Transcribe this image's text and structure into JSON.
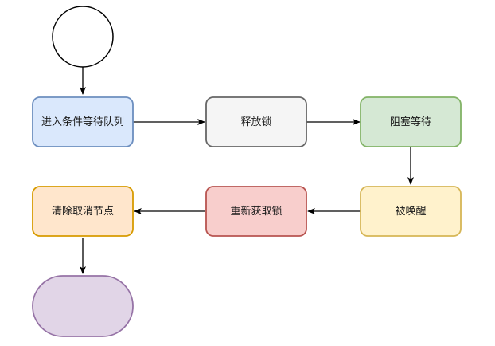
{
  "diagram": {
    "type": "flowchart",
    "nodes": [
      {
        "id": "start",
        "shape": "circle",
        "label": "",
        "fill": "#ffffff",
        "stroke": "#000000"
      },
      {
        "id": "n1",
        "shape": "rounded-rect",
        "label": "进入条件等待队列",
        "fill": "#dae8fc",
        "stroke": "#6c8ebf"
      },
      {
        "id": "n2",
        "shape": "rounded-rect",
        "label": "释放锁",
        "fill": "#f5f5f5",
        "stroke": "#666666"
      },
      {
        "id": "n3",
        "shape": "rounded-rect",
        "label": "阻塞等待",
        "fill": "#d5e8d4",
        "stroke": "#82b366"
      },
      {
        "id": "n4",
        "shape": "rounded-rect",
        "label": "被唤醒",
        "fill": "#fff2cc",
        "stroke": "#d6b656"
      },
      {
        "id": "n5",
        "shape": "rounded-rect",
        "label": "重新获取锁",
        "fill": "#f8cecc",
        "stroke": "#b85450"
      },
      {
        "id": "n6",
        "shape": "rounded-rect",
        "label": "清除取消节点",
        "fill": "#ffe6cc",
        "stroke": "#d79b00"
      },
      {
        "id": "end",
        "shape": "stadium",
        "label": "",
        "fill": "#e1d5e7",
        "stroke": "#9673a6"
      }
    ],
    "edges": [
      {
        "from": "start",
        "to": "n1"
      },
      {
        "from": "n1",
        "to": "n2"
      },
      {
        "from": "n2",
        "to": "n3"
      },
      {
        "from": "n3",
        "to": "n4"
      },
      {
        "from": "n4",
        "to": "n5"
      },
      {
        "from": "n5",
        "to": "n6"
      },
      {
        "from": "n6",
        "to": "end"
      }
    ]
  }
}
